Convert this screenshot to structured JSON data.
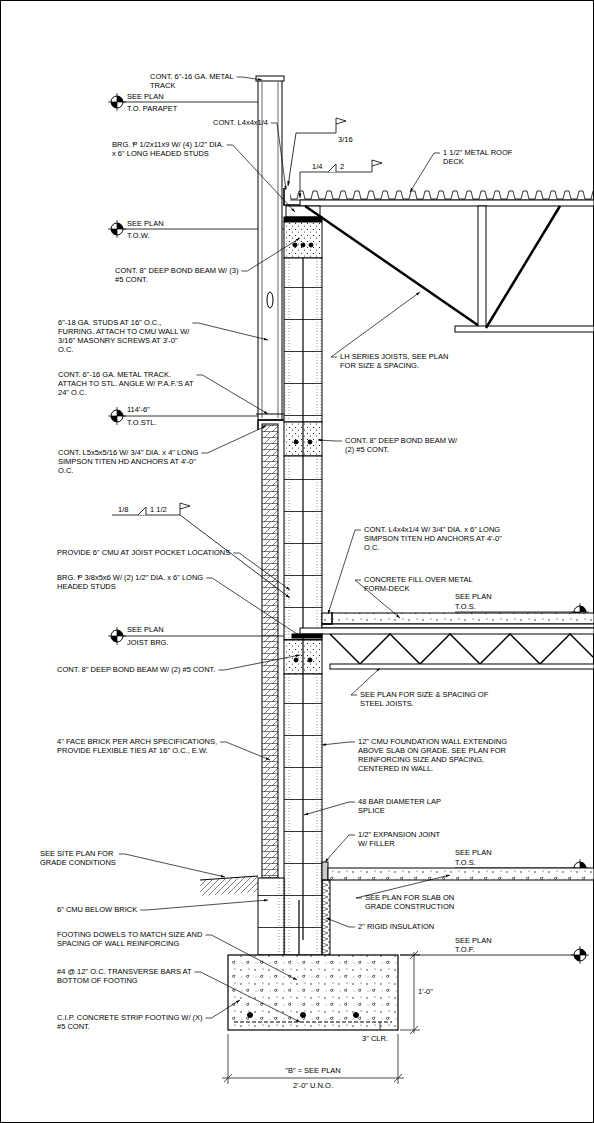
{
  "diagram": {
    "labels": [
      "CONT. 6\"-16 GA. METAL TRACK",
      "SEE PLAN",
      "T.O. PARAPET",
      "CONT. L4x4x1/4",
      "BRG. Ᵽ 1/2x11x9 W/ (4) 1/2\" DIA. x 6\" LONG HEADED STUDS",
      "3/16",
      "1/4",
      "2",
      "1 1/2\" METAL ROOF DECK",
      "SEE PLAN",
      "T.O.W.",
      "CONT. 8\" DEEP BOND BEAM W/ (3) #5 CONT.",
      "6\"-18 GA. STUDS AT 16\" O.C., FURRING. ATTACH TO CMU WALL W/ 3/16\" MASONRY SCREWS AT 3'-0\" O.C.",
      "LH SERIES JOISTS, SEE PLAN FOR SIZE & SPACING.",
      "CONT. 6\"-16 GA. METAL TRACK. ATTACH TO STL. ANGLE W/ P.A.F.'S AT 24\" O.C.",
      "114'-6\"",
      "T.O.STL.",
      "CONT. L5x5x5/16 W/ 3/4\" DIA. x 4\" LONG SIMPSON TITEN HD ANCHORS AT 4'-0\" O.C.",
      "CONT. 8\" DEEP BOND BEAM W/ (2) #5 CONT.",
      "1/8",
      "1 1/2",
      "CONT. L4x4x1/4 W/ 3/4\" DIA. x 6\" LONG SIMPSON TITEN HD ANCHORS AT 4'-0\" O.C.",
      "PROVIDE 6\" CMU AT JOIST POCKET LOCATIONS",
      "CONCRETE FILL OVER METAL FORM-DECK",
      "BRG. Ᵽ 3/8x5x6 W/ (2) 1/2\" DIA. x 6\" LONG HEADED STUDS",
      "SEE PLAN",
      "T.O.S.",
      "SEE PLAN",
      "JOIST BRG.",
      "CONT. 8\" DEEP BOND BEAM W/ (2) #5 CONT.",
      "SEE PLAN FOR SIZE & SPACING OF STEEL JOISTS.",
      "4\" FACE BRICK PER ARCH SPECIFICATIONS, PROVIDE FLEXIBLE TIES AT 16\" O.C., E.W.",
      "12\" CMU FOUNDATION WALL EXTENDING ABOVE SLAB ON GRADE. SEE PLAN FOR REINFORCING SIZE AND SPACING, CENTERED IN WALL.",
      "48 BAR DIAMETER LAP SPLICE",
      "1/2\" EXPANSION JOINT W/ FILLER",
      "SEE SITE PLAN FOR GRADE CONDITIONS",
      "SEE PLAN",
      "T.O.S.",
      "6\" CMU BELOW BRICK",
      "SEE PLAN FOR SLAB ON GRADE CONSTRUCTION",
      "FOOTING DOWELS TO MATCH SIZE AND SPACING OF WALL REINFORCING",
      "2\" RIGID INSULATION",
      "#4 @ 12\" O.C. TRANSVERSE BARS AT BOTTOM OF FOOTING",
      "SEE PLAN",
      "T.O.F.",
      "1'-0\"",
      "3\" CLR.",
      "C.I.P. CONCRETE STRIP FOOTING W/ (X) #5 CONT.",
      "\"B\" = SEE PLAN",
      "2'-0\" U.N.O."
    ]
  }
}
